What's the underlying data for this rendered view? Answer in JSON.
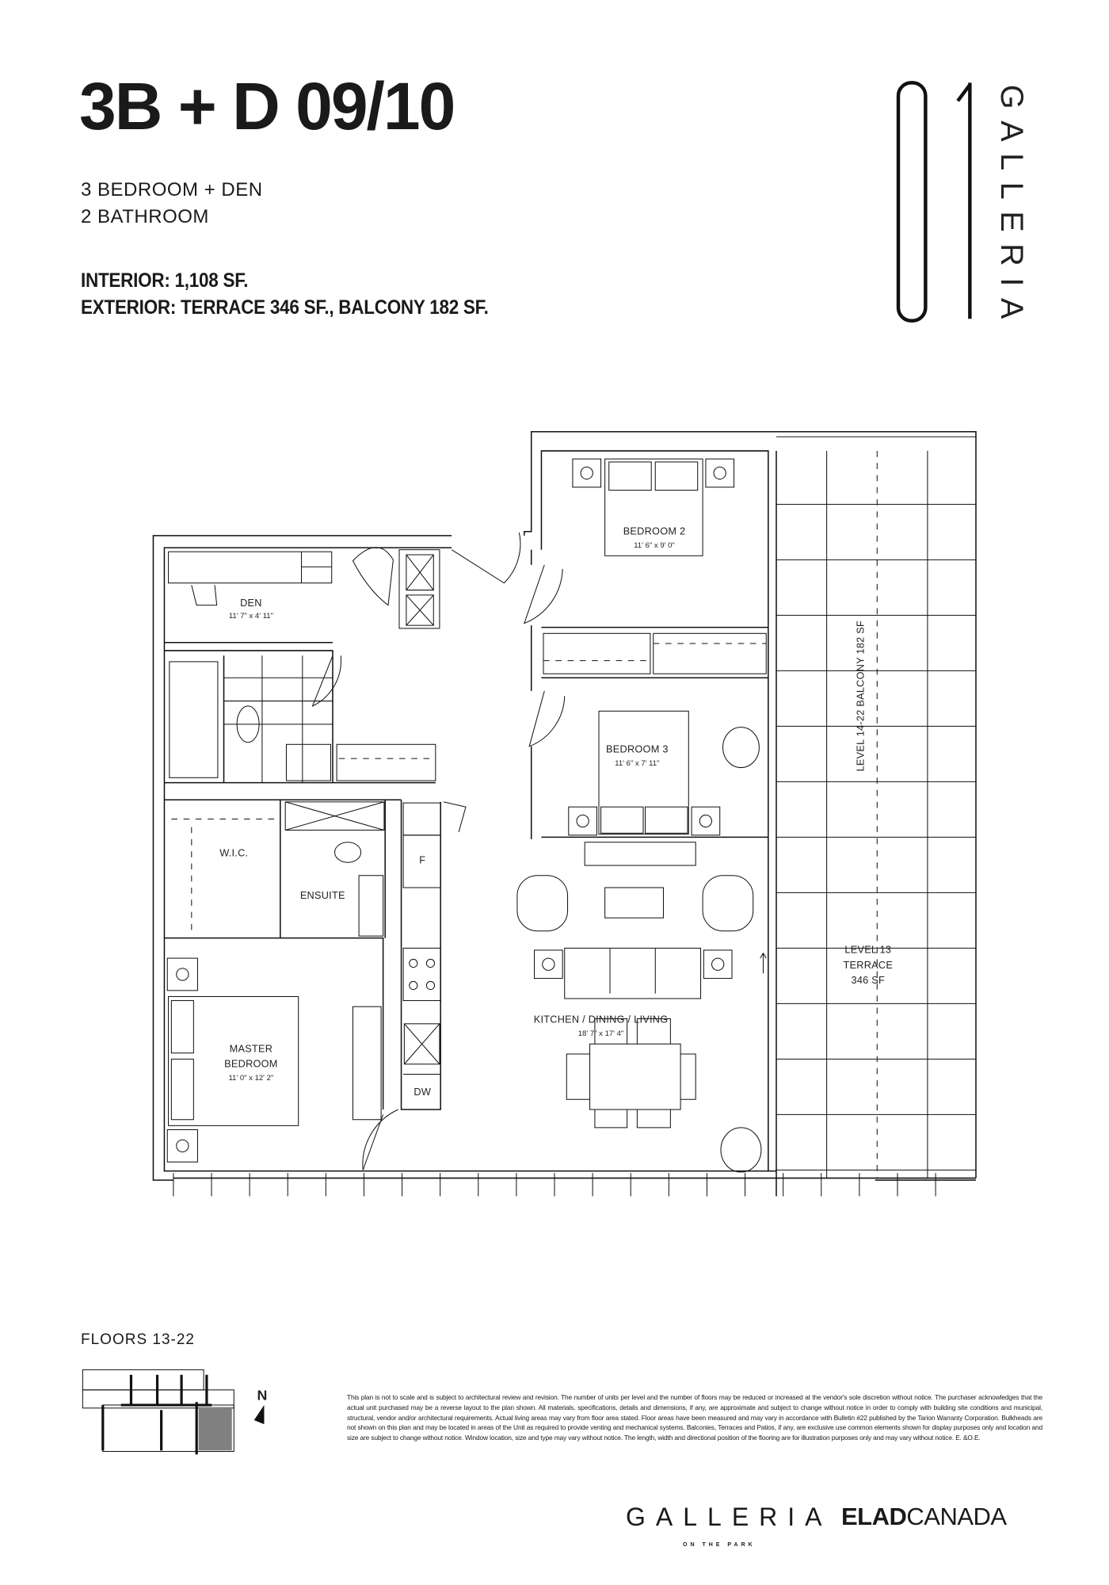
{
  "header": {
    "title": "3B + D 09/10",
    "unit_type": "3 BEDROOM + DEN",
    "bathrooms": "2 BATHROOM",
    "interior": "INTERIOR: 1,108 SF.",
    "exterior": "EXTERIOR: TERRACE 346 SF., BALCONY 182 SF."
  },
  "logo": {
    "number": "01",
    "name": "GALLERIA"
  },
  "rooms": {
    "den": {
      "label": "DEN",
      "dims": "11' 7\" x 4' 11\""
    },
    "bedroom2": {
      "label": "BEDROOM 2",
      "dims": "11' 6\" x 9' 0\""
    },
    "bedroom3": {
      "label": "BEDROOM 3",
      "dims": "11' 6\" x 7' 11\""
    },
    "wic": {
      "label": "W.I.C."
    },
    "ensuite": {
      "label": "ENSUITE"
    },
    "fridge": {
      "label": "F"
    },
    "dishwasher": {
      "label": "DW"
    },
    "master": {
      "label_line1": "MASTER",
      "label_line2": "BEDROOM",
      "dims": "11' 0\" x 12' 2\""
    },
    "living": {
      "label": "KITCHEN / DINING / LIVING",
      "dims": "18' 7\" x 17' 4\""
    },
    "terrace": {
      "line1": "LEVEL 13",
      "line2": "TERRACE",
      "line3": "346 SF"
    },
    "balcony": {
      "label": "LEVEL 14-22 BALCONY 182 SF"
    }
  },
  "keyplan": {
    "floors": "FLOORS 13-22",
    "north": "N",
    "highlight_color": "#808080"
  },
  "disclaimer": "This plan is not to scale and is subject to architectural review and revision. The number of units per level and the number of floors may be reduced or increased at the vendor's sole discretion without notice. The purchaser acknowledges that the actual unit purchased may be a reverse layout to the plan shown. All materials, specifications, details and dimensions, if any, are approximate and subject to change without notice in order to comply with building site conditions and municipal, structural, vendor and/or architectural requirements. Actual living areas may vary from floor area stated. Floor areas have been measured and may vary in accordance with Bulletin #22 published by the Tarion Warranty Corporation. Bulkheads are not shown on this plan and may be located in areas of the Unit as required to provide venting and mechanical systems. Balconies, Terraces and Patios, if any, are exclusive use common elements shown for display purposes only and location and size are subject to change without notice. Window location, size and type may vary without notice. The length, width and directional position of the flooring are for illustration purposes only and may vary without notice. E. &O.E.",
  "footer": {
    "galleria": "GALLERIA",
    "galleria_sub": "ON THE PARK",
    "elad_bold": "ELAD",
    "elad_light": "CANADA"
  }
}
